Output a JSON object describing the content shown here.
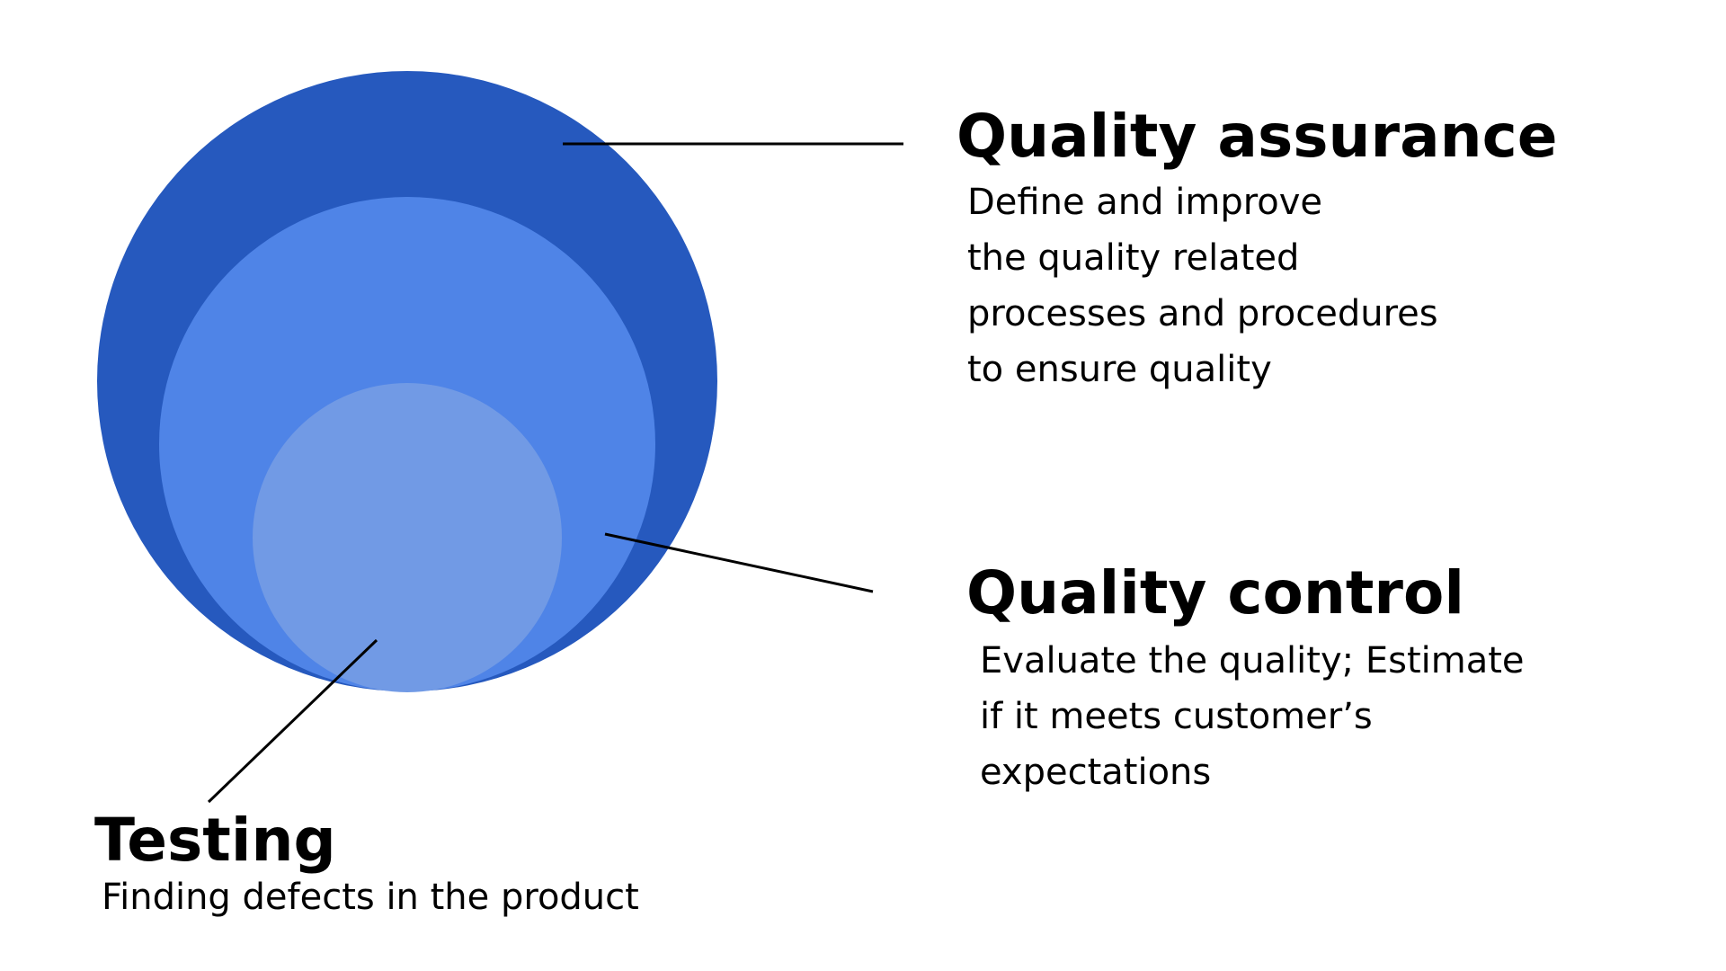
{
  "colors": {
    "outer_circle": "#2659be",
    "middle_circle": "#4f84e7",
    "inner_circle": "#719ae5",
    "connector": "#000000",
    "background": "#ffffff"
  },
  "quality_assurance": {
    "title": "Quality assurance",
    "lines": [
      "Define and improve",
      "the quality related",
      "processes and procedures",
      "to ensure quality"
    ]
  },
  "quality_control": {
    "title": "Quality control",
    "lines": [
      "Evaluate the quality; Estimate",
      "if it meets customer’s",
      "expectations"
    ]
  },
  "testing": {
    "title": "Testing",
    "lines": [
      "Finding defects in the product"
    ]
  }
}
